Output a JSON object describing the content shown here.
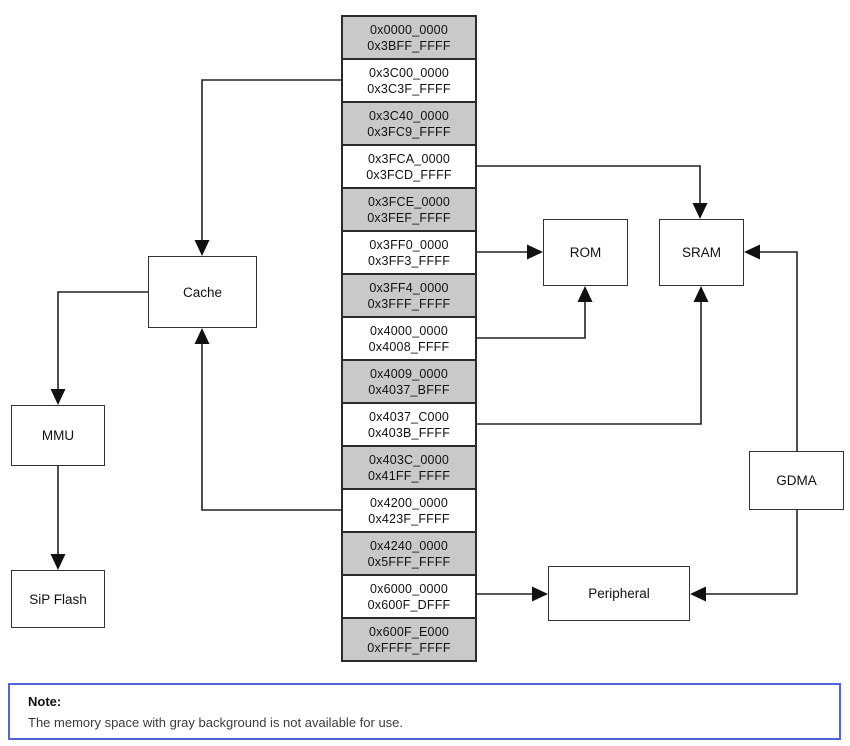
{
  "diagram": {
    "memory_map": {
      "cells": [
        {
          "start": "0x0000_0000",
          "end": "0x3BFF_FFFF",
          "unavailable": true
        },
        {
          "start": "0x3C00_0000",
          "end": "0x3C3F_FFFF",
          "unavailable": false
        },
        {
          "start": "0x3C40_0000",
          "end": "0x3FC9_FFFF",
          "unavailable": true
        },
        {
          "start": "0x3FCA_0000",
          "end": "0x3FCD_FFFF",
          "unavailable": false
        },
        {
          "start": "0x3FCE_0000",
          "end": "0x3FEF_FFFF",
          "unavailable": true
        },
        {
          "start": "0x3FF0_0000",
          "end": "0x3FF3_FFFF",
          "unavailable": false
        },
        {
          "start": "0x3FF4_0000",
          "end": "0x3FFF_FFFF",
          "unavailable": true
        },
        {
          "start": "0x4000_0000",
          "end": "0x4008_FFFF",
          "unavailable": false
        },
        {
          "start": "0x4009_0000",
          "end": "0x4037_BFFF",
          "unavailable": true
        },
        {
          "start": "0x4037_C000",
          "end": "0x403B_FFFF",
          "unavailable": false
        },
        {
          "start": "0x403C_0000",
          "end": "0x41FF_FFFF",
          "unavailable": true
        },
        {
          "start": "0x4200_0000",
          "end": "0x423F_FFFF",
          "unavailable": false
        },
        {
          "start": "0x4240_0000",
          "end": "0x5FFF_FFFF",
          "unavailable": true
        },
        {
          "start": "0x6000_0000",
          "end": "0x600F_DFFF",
          "unavailable": false
        },
        {
          "start": "0x600F_E000",
          "end": "0xFFFF_FFFF",
          "unavailable": true
        }
      ]
    },
    "components": {
      "cache": "Cache",
      "mmu": "MMU",
      "sip_flash": "SiP Flash",
      "rom": "ROM",
      "sram": "SRAM",
      "gdma": "GDMA",
      "peripheral": "Peripheral"
    },
    "colors": {
      "unavailable_bg": "#c9c9c9",
      "available_bg": "#ffffff",
      "line": "#222222",
      "note_border": "#5463d6"
    }
  },
  "note": {
    "title": "Note:",
    "text": "The memory space with gray background is not available for use."
  }
}
